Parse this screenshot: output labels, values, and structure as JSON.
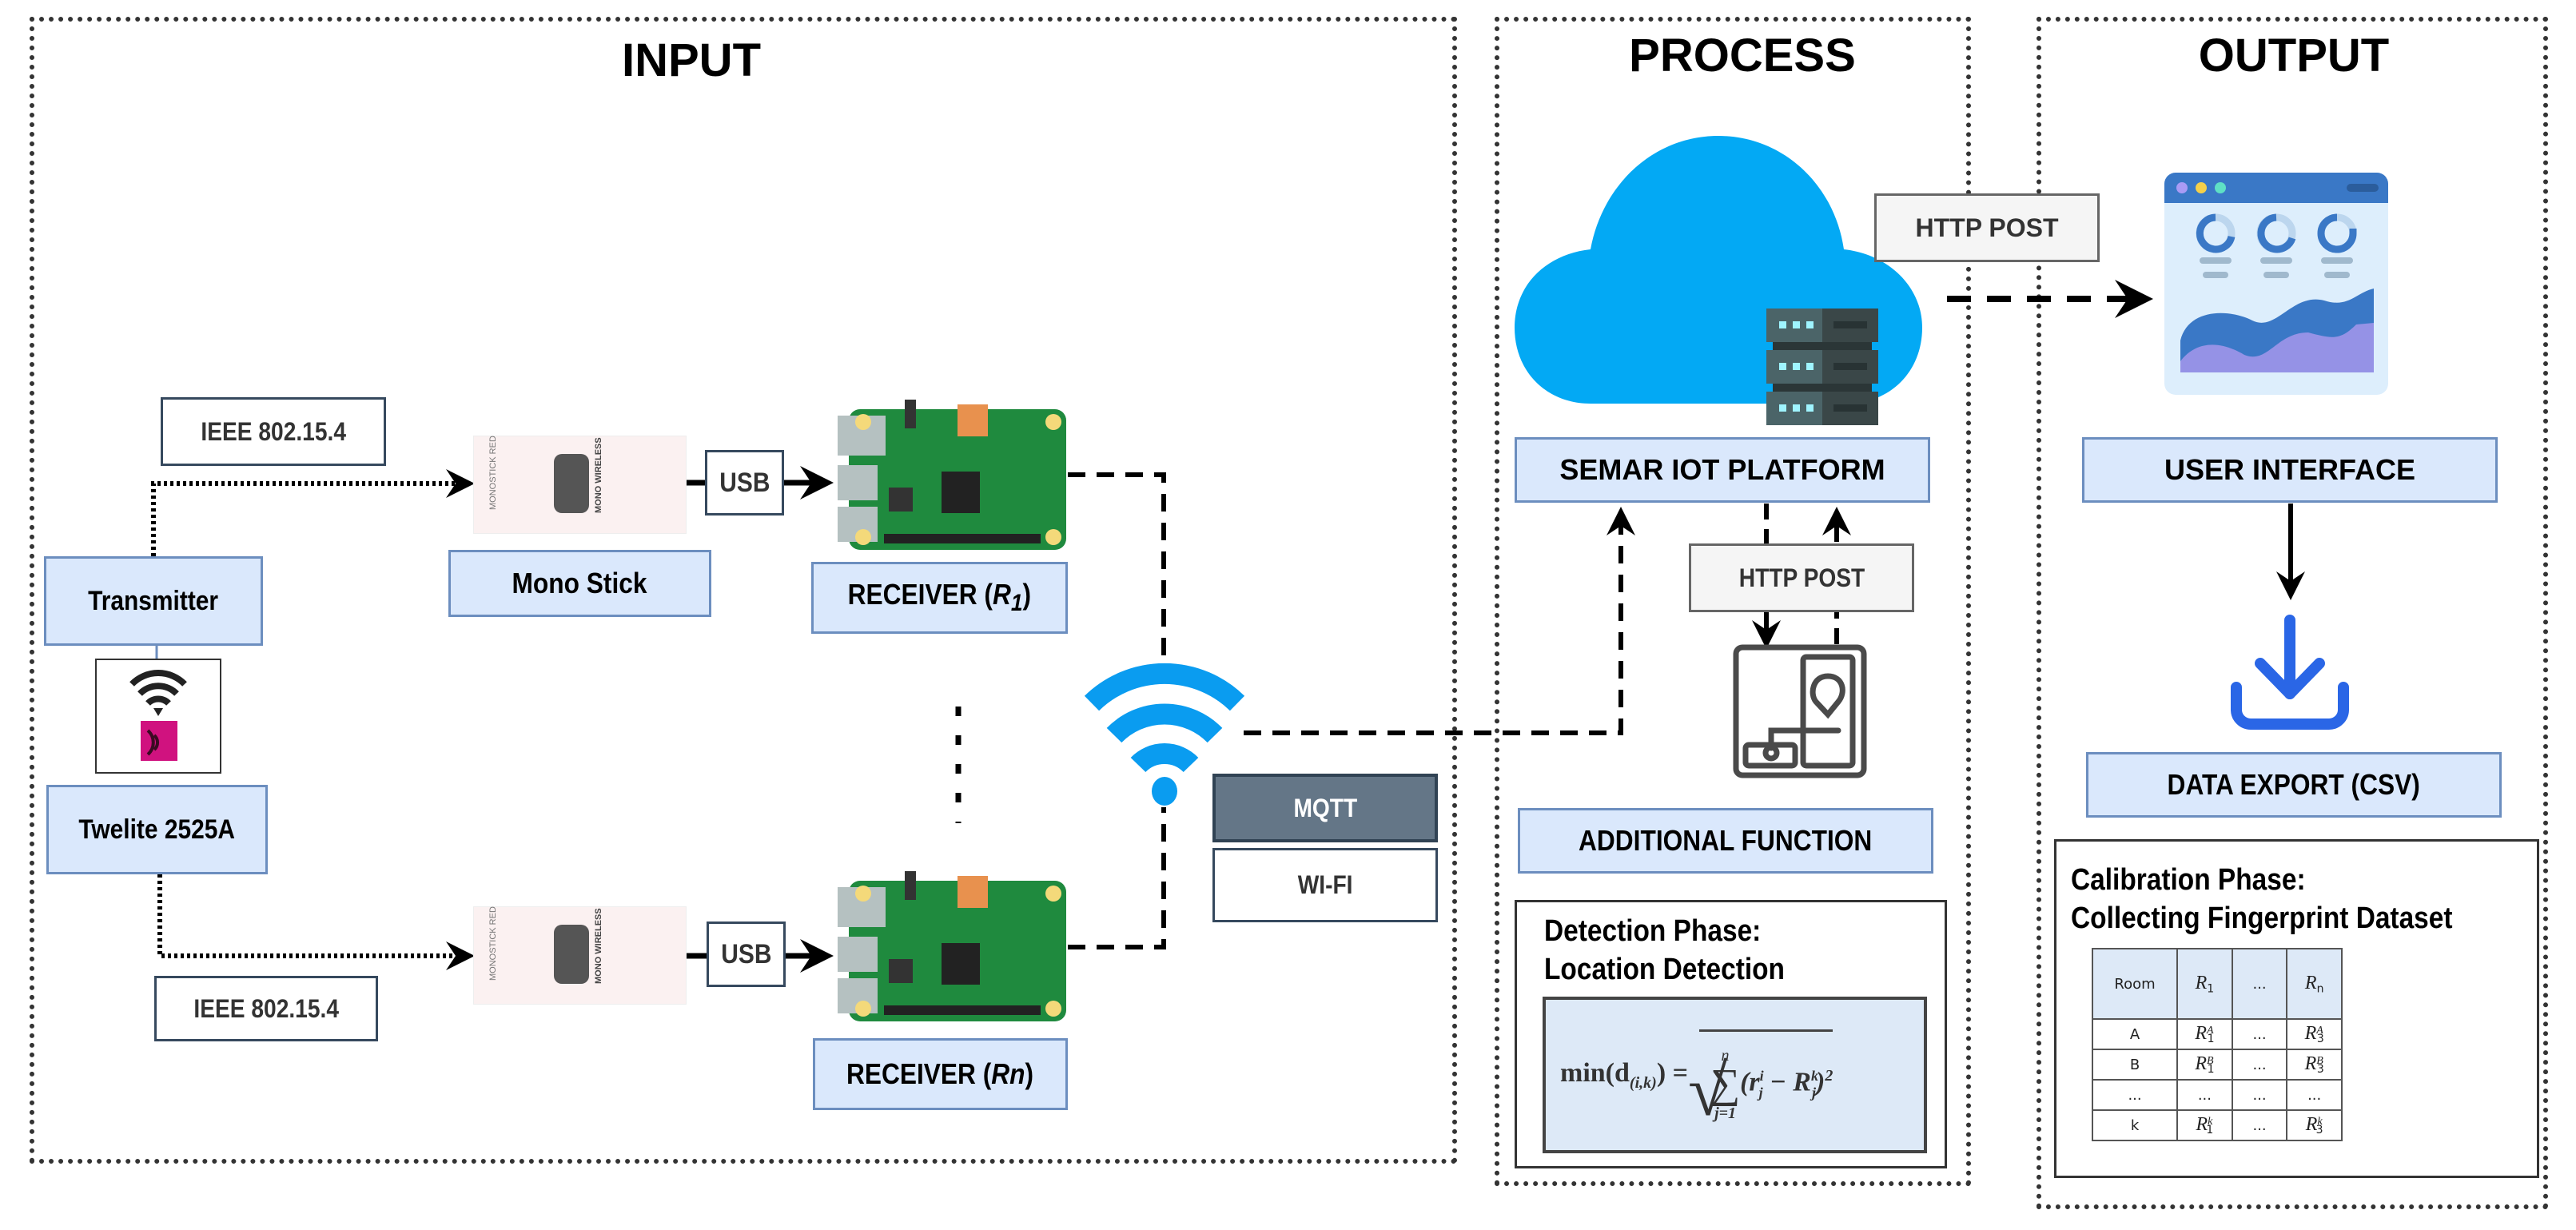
{
  "sections": {
    "input": "INPUT",
    "process": "PROCESS",
    "output": "OUTPUT"
  },
  "input": {
    "protocol_top": "IEEE 802.15.4",
    "protocol_bottom": "IEEE 802.15.4",
    "transmitter": "Transmitter",
    "twelite": "Twelite 2525A",
    "mono_stick": "Mono Stick",
    "usb_top": "USB",
    "usb_bottom": "USB",
    "receiver_1": {
      "prefix": "RECEIVER (",
      "var": "R",
      "sub": "1",
      "suffix": ")"
    },
    "receiver_n": {
      "prefix": "RECEIVER (",
      "var": "Rn",
      "suffix": ")"
    },
    "mqtt": "MQTT",
    "wifi": "WI-FI",
    "mono_stick_print": "MONOSTICK RED",
    "mono_brand": "MONO WIRELESS"
  },
  "process": {
    "http_post_out": "HTTP POST",
    "platform": "SEMAR IOT PLATFORM",
    "http_post_internal": "HTTP POST",
    "additional_function": "ADDITIONAL FUNCTION",
    "detection": {
      "title_line1": "Detection Phase:",
      "title_line2": "Location Detection",
      "formula_lhs": "min(d",
      "formula_lhs_sub": "(i,k)",
      "formula_eq": ") =",
      "sum_upper": "n",
      "sum_lower": "j=1",
      "formula_body": "(r",
      "r_sup": "i",
      "r_sub": "j",
      "minus": " − R",
      "R_sup": "k",
      "R_sub": "j",
      "formula_tail": ")",
      "power": "2"
    }
  },
  "output": {
    "user_interface": "USER INTERFACE",
    "data_export": "DATA EXPORT (CSV)",
    "calibration": {
      "title_line1": "Calibration Phase:",
      "title_line2": "Collecting Fingerprint Dataset",
      "table": {
        "headers": [
          {
            "text": "Room"
          },
          {
            "var": "R",
            "sub": "1"
          },
          {
            "text": "..."
          },
          {
            "var": "R",
            "sub": "n"
          }
        ],
        "rows": [
          [
            {
              "text": "A"
            },
            {
              "var": "R",
              "sub": "1",
              "sup": "A"
            },
            {
              "text": "..."
            },
            {
              "var": "R",
              "sub": "3",
              "sup": "A"
            }
          ],
          [
            {
              "text": "B"
            },
            {
              "var": "R",
              "sub": "1",
              "sup": "B"
            },
            {
              "text": "..."
            },
            {
              "var": "R",
              "sub": "3",
              "sup": "B"
            }
          ],
          [
            {
              "text": "..."
            },
            {
              "text": "..."
            },
            {
              "text": "..."
            },
            {
              "text": "..."
            }
          ],
          [
            {
              "text": "k"
            },
            {
              "var": "R",
              "sub": "1",
              "sup": "k"
            },
            {
              "text": "..."
            },
            {
              "var": "R",
              "sub": "3",
              "sup": "k"
            }
          ]
        ]
      }
    }
  },
  "colors": {
    "label_fill": "#dae8fc",
    "label_border": "#6c8ebf",
    "cloud": "#03a9f4",
    "wifi": "#0a9cf0",
    "mqtt_fill": "#647687",
    "download_icon": "#2a66e6",
    "twelite_magenta": "#d0127f"
  }
}
